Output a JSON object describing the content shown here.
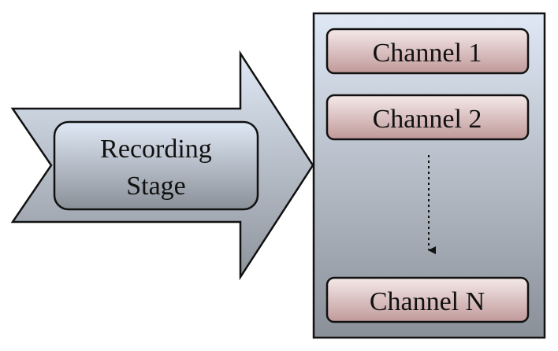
{
  "stage": {
    "label_line1": "Recording",
    "label_line2": "Stage"
  },
  "channels": [
    {
      "label": "Channel 1"
    },
    {
      "label": "Channel 2"
    },
    {
      "label": "Channel N"
    }
  ],
  "colors": {
    "gradient_top": "#dfe8f5",
    "gradient_bottom": "#8a9098",
    "channel_top": "#f3e6e6",
    "channel_bottom": "#c39b9b",
    "stroke": "#111111"
  }
}
